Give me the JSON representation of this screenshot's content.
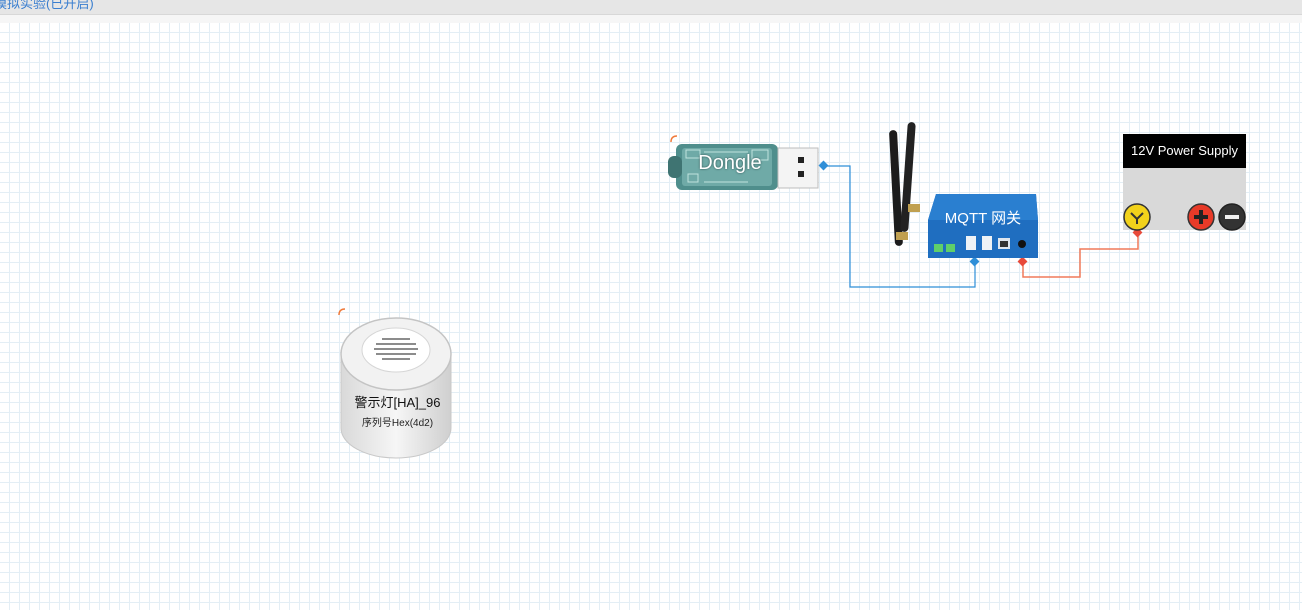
{
  "header": {
    "title": "模拟实验(已开启)"
  },
  "devices": {
    "dongle": {
      "label": "Dongle",
      "icon": "usb-dongle-icon"
    },
    "gateway": {
      "label": "MQTT 网关",
      "icon": "router-icon"
    },
    "power_supply": {
      "title": "12V Power Supply",
      "icon": "power-supply-icon"
    },
    "warning_light": {
      "name": "警示灯[HA]_96",
      "serial": "序列号Hex(4d2)",
      "icon": "warning-light-icon"
    }
  },
  "colors": {
    "data_wire": "#2f8fd8",
    "power_wire": "#f07a5a",
    "gateway_body": "#1f6ec0",
    "selection_handle": "#f07a3a"
  }
}
